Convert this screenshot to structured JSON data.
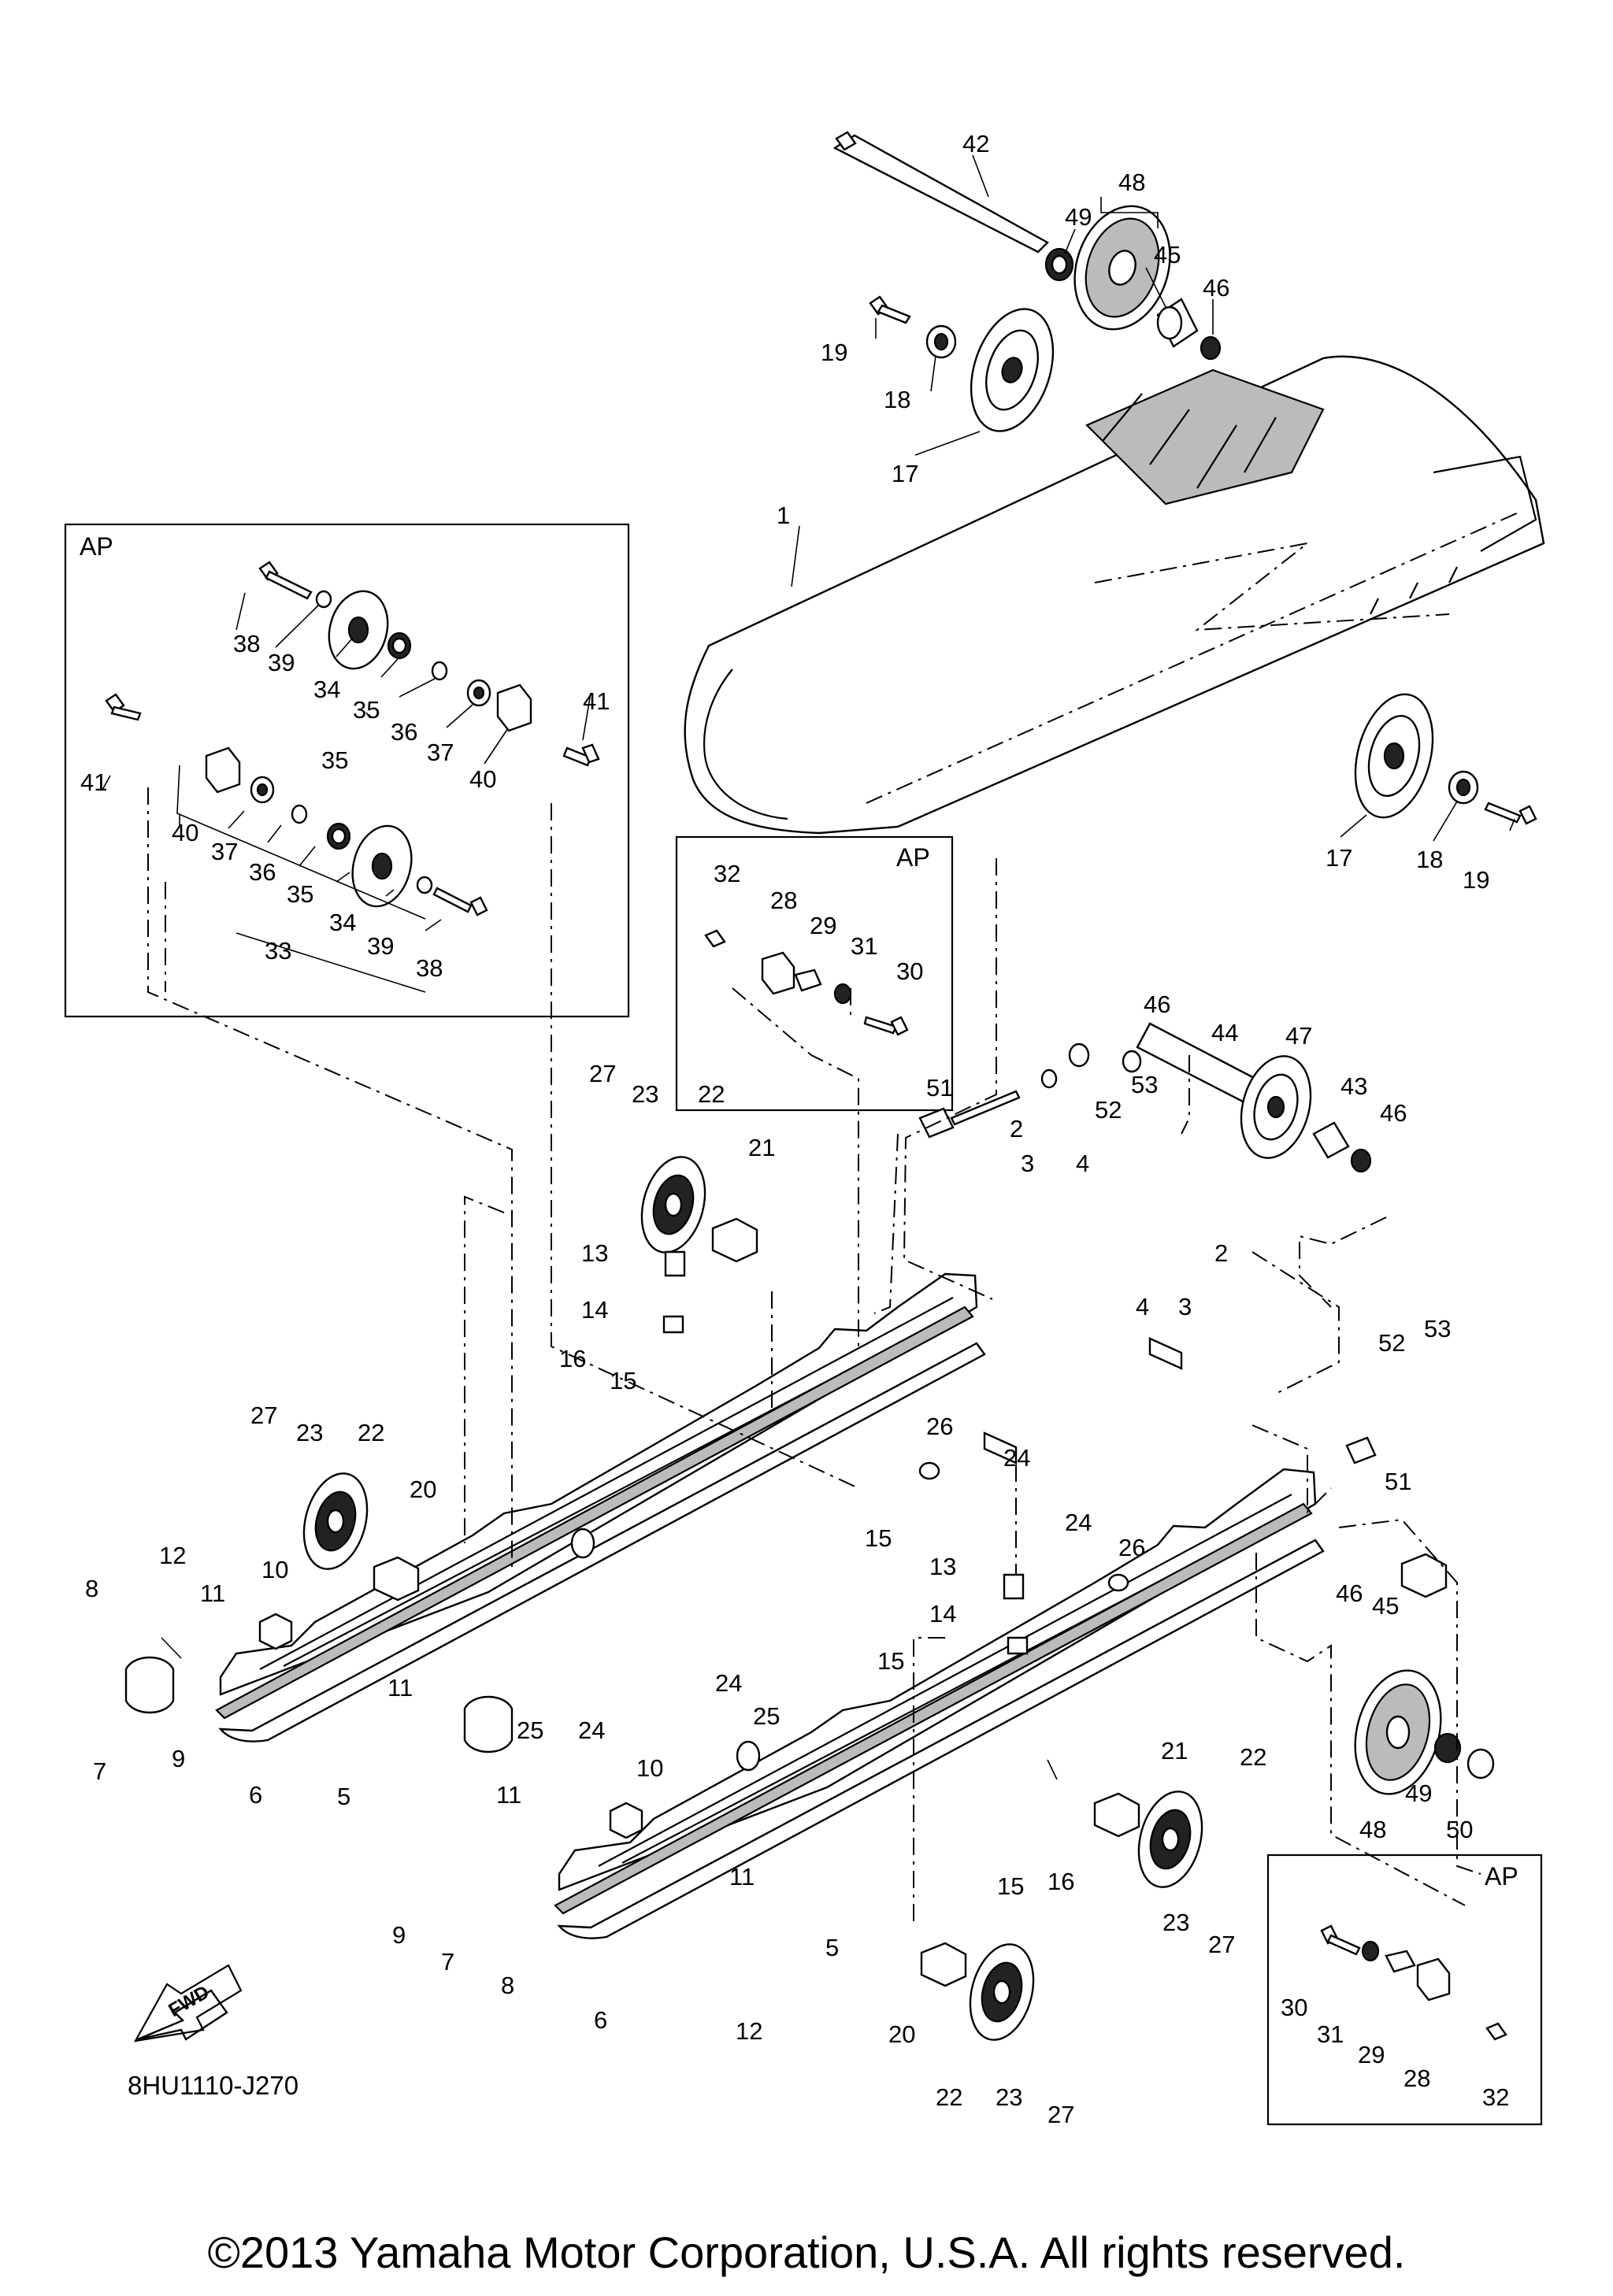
{
  "diagram": {
    "drawing_code": "8HU1110-J270",
    "copyright": "©2013 Yamaha Motor Corporation, U.S.A. All rights reserved.",
    "box_label": "AP",
    "fwd_label": "FWD",
    "callouts": [
      {
        "id": "c42",
        "text": "42"
      },
      {
        "id": "c48a",
        "text": "48"
      },
      {
        "id": "c49a",
        "text": "49"
      },
      {
        "id": "c45a",
        "text": "45"
      },
      {
        "id": "c46a",
        "text": "46"
      },
      {
        "id": "c19a",
        "text": "19"
      },
      {
        "id": "c18a",
        "text": "18"
      },
      {
        "id": "c17a",
        "text": "17"
      },
      {
        "id": "c1",
        "text": "1"
      },
      {
        "id": "c17b",
        "text": "17"
      },
      {
        "id": "c18b",
        "text": "18"
      },
      {
        "id": "c19b",
        "text": "19"
      },
      {
        "id": "c38a",
        "text": "38"
      },
      {
        "id": "c39a",
        "text": "39"
      },
      {
        "id": "c34a",
        "text": "34"
      },
      {
        "id": "c35a",
        "text": "35"
      },
      {
        "id": "c36a",
        "text": "36"
      },
      {
        "id": "c35b",
        "text": "35"
      },
      {
        "id": "c37a",
        "text": "37"
      },
      {
        "id": "c40a",
        "text": "40"
      },
      {
        "id": "c41a",
        "text": "41"
      },
      {
        "id": "c41b",
        "text": "41"
      },
      {
        "id": "c40b",
        "text": "40"
      },
      {
        "id": "c37b",
        "text": "37"
      },
      {
        "id": "c36b",
        "text": "36"
      },
      {
        "id": "c35c",
        "text": "35"
      },
      {
        "id": "c34b",
        "text": "34"
      },
      {
        "id": "c39b",
        "text": "39"
      },
      {
        "id": "c33",
        "text": "33"
      },
      {
        "id": "c38b",
        "text": "38"
      },
      {
        "id": "c32a",
        "text": "32"
      },
      {
        "id": "c28a",
        "text": "28"
      },
      {
        "id": "c29a",
        "text": "29"
      },
      {
        "id": "c31a",
        "text": "31"
      },
      {
        "id": "c30a",
        "text": "30"
      },
      {
        "id": "c46b",
        "text": "46"
      },
      {
        "id": "c44",
        "text": "44"
      },
      {
        "id": "c47",
        "text": "47"
      },
      {
        "id": "c53a",
        "text": "53"
      },
      {
        "id": "c52a",
        "text": "52"
      },
      {
        "id": "c51a",
        "text": "51"
      },
      {
        "id": "c43",
        "text": "43"
      },
      {
        "id": "c46c",
        "text": "46"
      },
      {
        "id": "c2a",
        "text": "2"
      },
      {
        "id": "c3a",
        "text": "3"
      },
      {
        "id": "c4a",
        "text": "4"
      },
      {
        "id": "c2b",
        "text": "2"
      },
      {
        "id": "c4b",
        "text": "4"
      },
      {
        "id": "c3b",
        "text": "3"
      },
      {
        "id": "c52b",
        "text": "52"
      },
      {
        "id": "c53b",
        "text": "53"
      },
      {
        "id": "c51b",
        "text": "51"
      },
      {
        "id": "c27a",
        "text": "27"
      },
      {
        "id": "c23a",
        "text": "23"
      },
      {
        "id": "c22a",
        "text": "22"
      },
      {
        "id": "c21a",
        "text": "21"
      },
      {
        "id": "c13a",
        "text": "13"
      },
      {
        "id": "c14a",
        "text": "14"
      },
      {
        "id": "c16a",
        "text": "16"
      },
      {
        "id": "c15a",
        "text": "15"
      },
      {
        "id": "c26a",
        "text": "26"
      },
      {
        "id": "c24a",
        "text": "24"
      },
      {
        "id": "c27b",
        "text": "27"
      },
      {
        "id": "c23b",
        "text": "23"
      },
      {
        "id": "c22b",
        "text": "22"
      },
      {
        "id": "c20a",
        "text": "20"
      },
      {
        "id": "c15b",
        "text": "15"
      },
      {
        "id": "c24b",
        "text": "24"
      },
      {
        "id": "c26b",
        "text": "26"
      },
      {
        "id": "c13b",
        "text": "13"
      },
      {
        "id": "c14b",
        "text": "14"
      },
      {
        "id": "c15c",
        "text": "15"
      },
      {
        "id": "c46d",
        "text": "46"
      },
      {
        "id": "c45b",
        "text": "45"
      },
      {
        "id": "c8a",
        "text": "8"
      },
      {
        "id": "c12a",
        "text": "12"
      },
      {
        "id": "c11a",
        "text": "11"
      },
      {
        "id": "c10a",
        "text": "10"
      },
      {
        "id": "c11b",
        "text": "11"
      },
      {
        "id": "c7a",
        "text": "7"
      },
      {
        "id": "c9a",
        "text": "9"
      },
      {
        "id": "c6a",
        "text": "6"
      },
      {
        "id": "c5a",
        "text": "5"
      },
      {
        "id": "c25a",
        "text": "25"
      },
      {
        "id": "c24c",
        "text": "24"
      },
      {
        "id": "c24d",
        "text": "24"
      },
      {
        "id": "c25b",
        "text": "25"
      },
      {
        "id": "c10b",
        "text": "10"
      },
      {
        "id": "c11c",
        "text": "11"
      },
      {
        "id": "c11d",
        "text": "11"
      },
      {
        "id": "c21b",
        "text": "21"
      },
      {
        "id": "c22c",
        "text": "22"
      },
      {
        "id": "c49b",
        "text": "49"
      },
      {
        "id": "c50",
        "text": "50"
      },
      {
        "id": "c48b",
        "text": "48"
      },
      {
        "id": "c15d",
        "text": "15"
      },
      {
        "id": "c16b",
        "text": "16"
      },
      {
        "id": "c23c",
        "text": "23"
      },
      {
        "id": "c27c",
        "text": "27"
      },
      {
        "id": "c9b",
        "text": "9"
      },
      {
        "id": "c7b",
        "text": "7"
      },
      {
        "id": "c8b",
        "text": "8"
      },
      {
        "id": "c6b",
        "text": "6"
      },
      {
        "id": "c12b",
        "text": "12"
      },
      {
        "id": "c5b",
        "text": "5"
      },
      {
        "id": "c20b",
        "text": "20"
      },
      {
        "id": "c22d",
        "text": "22"
      },
      {
        "id": "c23d",
        "text": "23"
      },
      {
        "id": "c27d",
        "text": "27"
      },
      {
        "id": "c30b",
        "text": "30"
      },
      {
        "id": "c31b",
        "text": "31"
      },
      {
        "id": "c29b",
        "text": "29"
      },
      {
        "id": "c28b",
        "text": "28"
      },
      {
        "id": "c32b",
        "text": "32"
      }
    ]
  }
}
